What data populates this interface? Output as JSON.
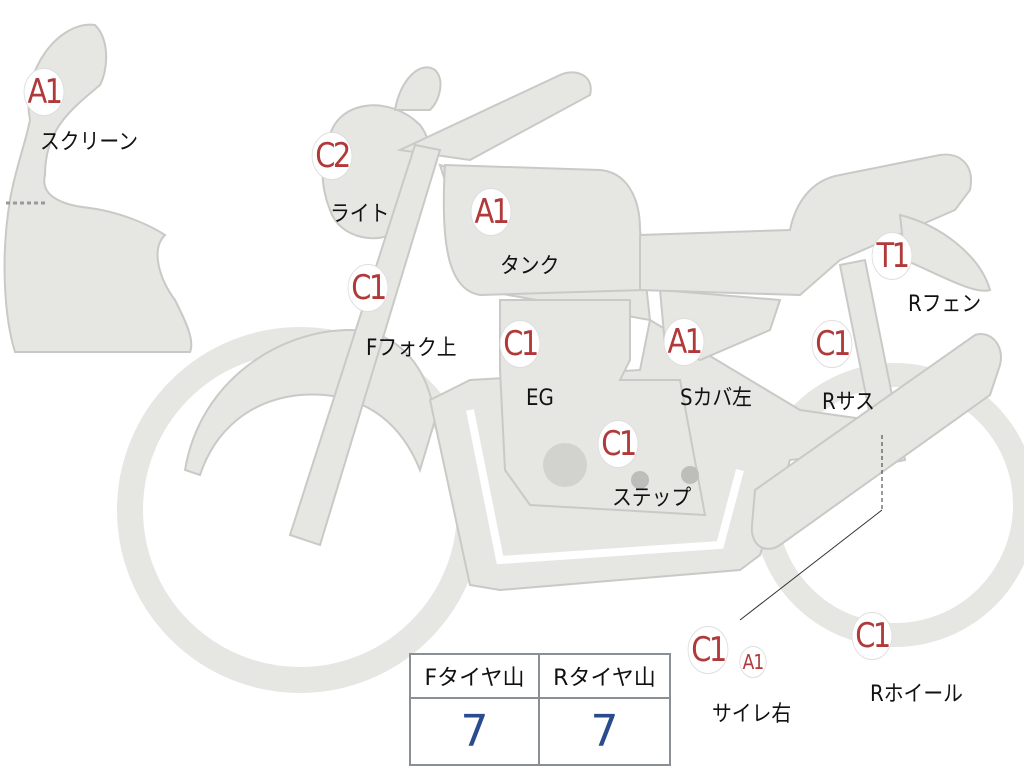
{
  "damage_marks": [
    {
      "code": "A1",
      "part": "スクリーン"
    },
    {
      "code": "C2",
      "part": "ライト"
    },
    {
      "code": "A1",
      "part": "タンク"
    },
    {
      "code": "C1",
      "part": "Fフォク上"
    },
    {
      "code": "C1",
      "part": "EG"
    },
    {
      "code": "A1",
      "part": "Sカバ左"
    },
    {
      "code": "C1",
      "part": "Rサス"
    },
    {
      "code": "T1",
      "part": "Rフェン"
    },
    {
      "code": "C1",
      "part": "ステップ"
    },
    {
      "code": "C1",
      "part": "Rホイール"
    },
    {
      "code": "C1",
      "code2": "A1",
      "part": "サイレ右"
    }
  ],
  "tyre_table": {
    "front_header": "Fタイヤ山",
    "rear_header": "Rタイヤ山",
    "front_value": "7",
    "rear_value": "7"
  },
  "colors": {
    "badge_text": "#b0393a",
    "part_fill": "#e6e6e3",
    "part_stroke": "#c9c9c6",
    "value_text": "#2a4b8d"
  }
}
